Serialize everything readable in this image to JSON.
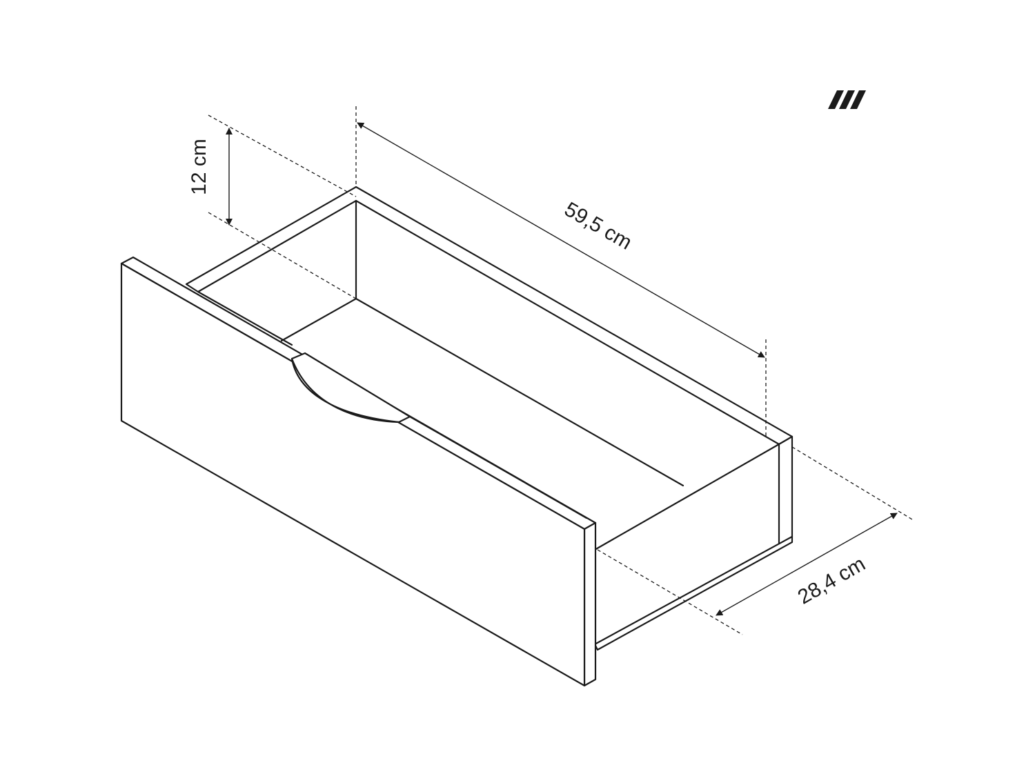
{
  "dimensions": {
    "height": "12 cm",
    "length": "59,5 cm",
    "depth": "28,4 cm"
  },
  "logo": {
    "icon": "triple-slash-logo-icon"
  },
  "colors": {
    "line": "#1a1a1a",
    "background": "#ffffff"
  }
}
